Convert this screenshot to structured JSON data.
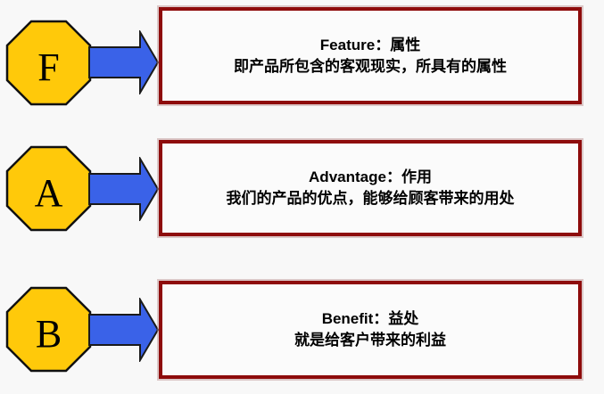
{
  "diagram": {
    "name": "FAB",
    "colors": {
      "background": "#f8f8f8",
      "octagon_fill": "#FFC90A",
      "octagon_stroke": "#111111",
      "arrow_fill": "#3A62E8",
      "arrow_stroke": "#1a1a1a",
      "box_border": "#8E0C0C",
      "box_background": "#fbfbfb",
      "text": "#000000"
    },
    "rows": [
      {
        "letter": "F",
        "title": "Feature：属性",
        "description": "即产品所包含的客观现实，所具有的属性"
      },
      {
        "letter": "A",
        "title": "Advantage：作用",
        "description": "我们的产品的优点，能够给顾客带来的用处"
      },
      {
        "letter": "B",
        "title": "Benefit：益处",
        "description": "就是给客户带来的利益"
      }
    ]
  }
}
